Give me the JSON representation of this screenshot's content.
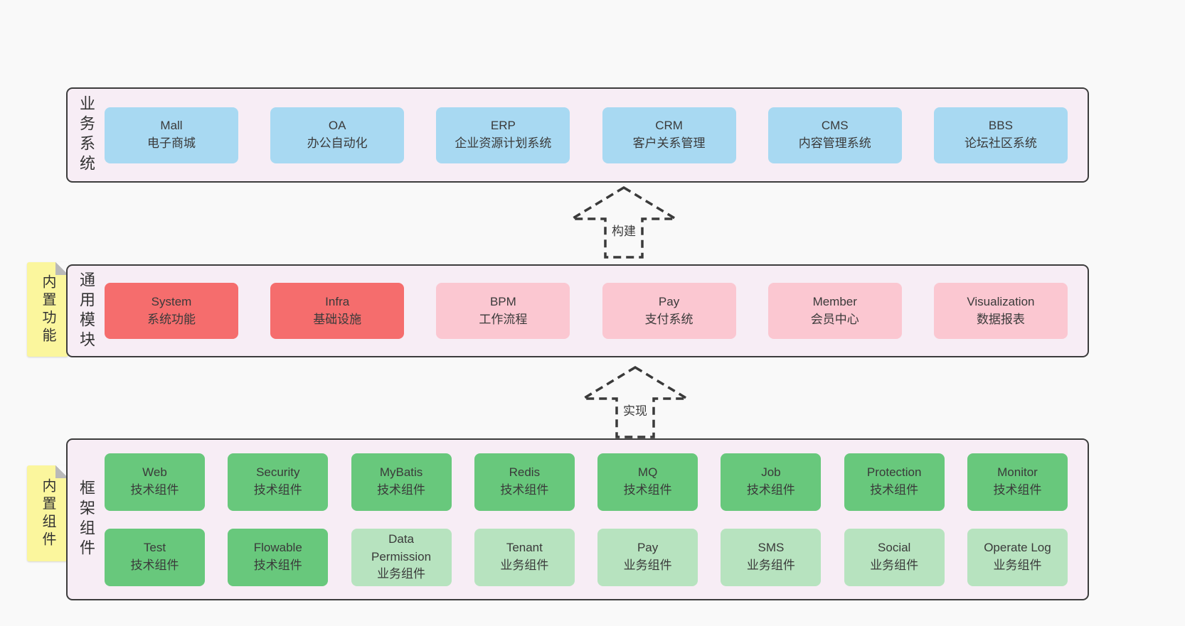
{
  "palette": {
    "page_background": "#f9f9f9",
    "panel_background": "#f7edf5",
    "panel_border": "#3c3c3c",
    "box_blue": "#a8d9f2",
    "box_red": "#f56d6d",
    "box_pink": "#fbc7d1",
    "box_green": "#68c87c",
    "box_lightgreen": "#b7e3bf",
    "tag_yellow": "#fbf69d",
    "tag_fold_gray": "#b9b9b9",
    "text": "#3a3a3a"
  },
  "arrows": [
    {
      "label": "构建"
    },
    {
      "label": "实现"
    }
  ],
  "layers": {
    "business": {
      "label": "业务系统",
      "boxes": [
        {
          "name": "Mall",
          "desc": "电子商城",
          "variant": "blue"
        },
        {
          "name": "OA",
          "desc": "办公自动化",
          "variant": "blue"
        },
        {
          "name": "ERP",
          "desc": "企业资源计划系统",
          "variant": "blue"
        },
        {
          "name": "CRM",
          "desc": "客户关系管理",
          "variant": "blue"
        },
        {
          "name": "CMS",
          "desc": "内容管理系统",
          "variant": "blue"
        },
        {
          "name": "BBS",
          "desc": "论坛社区系统",
          "variant": "blue"
        }
      ]
    },
    "modules": {
      "label": "通用模块",
      "tag": "内置功能",
      "boxes": [
        {
          "name": "System",
          "desc": "系统功能",
          "variant": "red"
        },
        {
          "name": "Infra",
          "desc": "基础设施",
          "variant": "red"
        },
        {
          "name": "BPM",
          "desc": "工作流程",
          "variant": "pink"
        },
        {
          "name": "Pay",
          "desc": "支付系统",
          "variant": "pink"
        },
        {
          "name": "Member",
          "desc": "会员中心",
          "variant": "pink"
        },
        {
          "name": "Visualization",
          "desc": "数据报表",
          "variant": "pink"
        }
      ]
    },
    "components": {
      "label": "框架组件",
      "tag": "内置组件",
      "row1": [
        {
          "name": "Web",
          "desc": "技术组件",
          "variant": "green"
        },
        {
          "name": "Security",
          "desc": "技术组件",
          "variant": "green"
        },
        {
          "name": "MyBatis",
          "desc": "技术组件",
          "variant": "green"
        },
        {
          "name": "Redis",
          "desc": "技术组件",
          "variant": "green"
        },
        {
          "name": "MQ",
          "desc": "技术组件",
          "variant": "green"
        },
        {
          "name": "Job",
          "desc": "技术组件",
          "variant": "green"
        },
        {
          "name": "Protection",
          "desc": "技术组件",
          "variant": "green"
        },
        {
          "name": "Monitor",
          "desc": "技术组件",
          "variant": "green"
        }
      ],
      "row2": [
        {
          "name": "Test",
          "desc": "技术组件",
          "variant": "green"
        },
        {
          "name": "Flowable",
          "desc": "技术组件",
          "variant": "green"
        },
        {
          "name": "Data Permission",
          "desc": "业务组件",
          "variant": "lightgreen"
        },
        {
          "name": "Tenant",
          "desc": "业务组件",
          "variant": "lightgreen"
        },
        {
          "name": "Pay",
          "desc": "业务组件",
          "variant": "lightgreen"
        },
        {
          "name": "SMS",
          "desc": "业务组件",
          "variant": "lightgreen"
        },
        {
          "name": "Social",
          "desc": "业务组件",
          "variant": "lightgreen"
        },
        {
          "name": "Operate Log",
          "desc": "业务组件",
          "variant": "lightgreen"
        }
      ]
    }
  }
}
